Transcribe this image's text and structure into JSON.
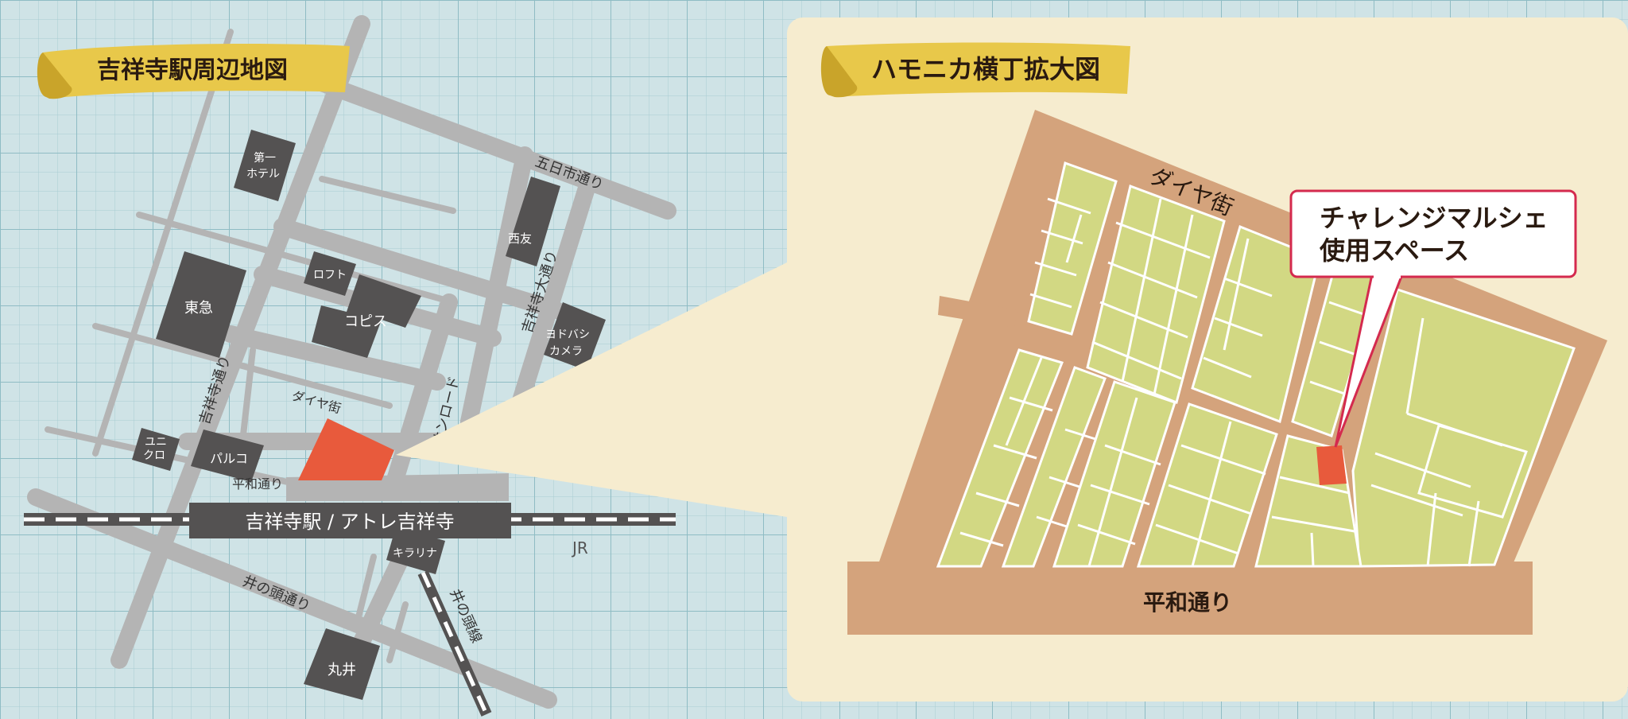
{
  "left_map": {
    "title": "吉祥寺駅周辺地図",
    "station_label": "吉祥寺駅 / アトレ吉祥寺",
    "jr_label": "JR",
    "streets": {
      "itsukaichi": "五日市通り",
      "kichijoji_odori": "吉祥寺大通り",
      "kichijoji_dori": "吉祥寺通り",
      "sunroad": "サンロード",
      "daiya": "ダイヤ街",
      "heiwa": "平和通り",
      "inokashira": "井の頭通り",
      "inokashira_line": "井の頭線"
    },
    "buildings": {
      "daiichi_hotel_1": "第一",
      "daiichi_hotel_2": "ホテル",
      "tokyu": "東急",
      "loft": "ロフト",
      "copis": "コピス",
      "seiyu": "西友",
      "yodobashi_1": "ヨドバシ",
      "yodobashi_2": "カメラ",
      "uniqlo_1": "ユニ",
      "uniqlo_2": "クロ",
      "parco": "パルコ",
      "kirarina": "キラリナ",
      "marui": "丸井"
    }
  },
  "right_map": {
    "title": "ハモニカ横丁拡大図",
    "street_top": "ダイヤ街",
    "street_bottom": "平和通り",
    "callout_line1": "チャレンジマルシェ",
    "callout_line2": "使用スペース"
  },
  "colors": {
    "background": "#cfe3e6",
    "grid": "#a9cdd3",
    "road": "#b4b4b4",
    "building": "#545252",
    "highlight": "#e85a3c",
    "banner": "#e8c84a",
    "panel": "#f6eccf",
    "alley": "#d4a37c",
    "block": "#d2d883",
    "callout_border": "#d42a4e"
  }
}
